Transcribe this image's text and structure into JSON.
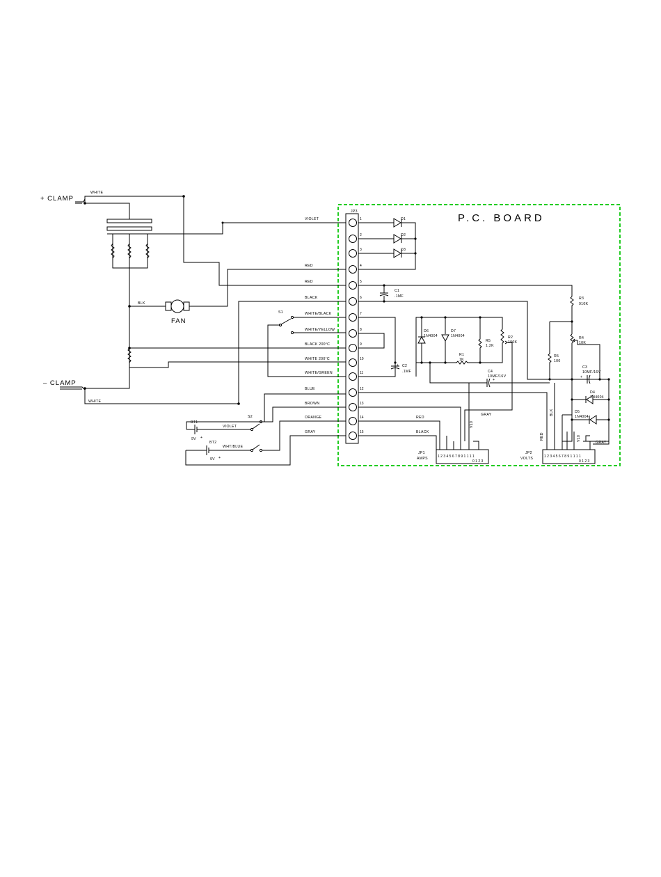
{
  "board": {
    "title": "P.C. BOARD",
    "border_color": "#22cc22"
  },
  "clamps": {
    "positive": "+  CLAMP",
    "negative": "–  CLAMP"
  },
  "connector_jp3": {
    "name": "JP3",
    "pins": [
      {
        "num": "1",
        "wire": "VIOLET"
      },
      {
        "num": "2",
        "wire": ""
      },
      {
        "num": "3",
        "wire": ""
      },
      {
        "num": "4",
        "wire": "RED"
      },
      {
        "num": "5",
        "wire": "RED"
      },
      {
        "num": "6",
        "wire": "BLACK"
      },
      {
        "num": "7",
        "wire": "WHITE/BLACK"
      },
      {
        "num": "8",
        "wire": "WHITE/YELLOW"
      },
      {
        "num": "9",
        "wire": "BLACK 200°C"
      },
      {
        "num": "10",
        "wire": "WHITE 200°C"
      },
      {
        "num": "11",
        "wire": "WHITE/GREEN"
      },
      {
        "num": "12",
        "wire": "BLUE"
      },
      {
        "num": "13",
        "wire": "BROWN"
      },
      {
        "num": "14",
        "wire": "ORANGE"
      },
      {
        "num": "15",
        "wire": "GRAY"
      }
    ]
  },
  "wires": {
    "white_top": "WHITE",
    "white_bottom": "WHITE",
    "blk": "BLK",
    "violet": "VIOLET",
    "wht_blue": "WHT/BLUE",
    "red_jp1": "RED",
    "black_jp1": "BLACK",
    "gray_mid": "GRAY",
    "gray_right": "GRAY",
    "v10_a": "V10",
    "v10_b": "V10",
    "red_jp2": "RED",
    "blk_jp2": "BLK"
  },
  "fan": {
    "label": "FAN"
  },
  "switches": {
    "s1": "S1",
    "s2": "S2"
  },
  "batteries": [
    {
      "name": "BT1",
      "value": "9V",
      "plus": "+"
    },
    {
      "name": "BT2",
      "value": "9V",
      "plus": "+"
    }
  ],
  "components": {
    "d1": "D1",
    "d2": "D2",
    "d3": "D3",
    "c1_name": "C1",
    "c1_val": ".1MF",
    "c2_name": "C2",
    "c2_val": ".1MF",
    "c2_plus": "+",
    "d6_name": "D6",
    "d6_val": "1N4004",
    "d7_name": "D7",
    "d7_val": "1N4004",
    "r5a_name": "R5",
    "r5a_val": "1.2K",
    "r1_name": "R1",
    "r1_val": "1K",
    "r2_name": "R2",
    "r2_val": "100K",
    "c4_name": "C4",
    "c4_val": "10MF/16V",
    "c4_plus": "+",
    "r3_name": "R3",
    "r3_val": "910K",
    "r4_name": "R4",
    "r4_val": "10K",
    "r5b_name": "R5",
    "r5b_val": "100",
    "c3_name": "C3",
    "c3_val": "10MF/16V",
    "c3_plus": "+",
    "d4_name": "D4",
    "d4_val": "1N4004",
    "d5_name": "D5",
    "d5_val": "1N4004"
  },
  "jp1": {
    "name": "JP1",
    "label": "AMPS",
    "pins_top": "1 2 3 4 5 6 7 8 9 1 1 1 1",
    "pins_bottom": "0 1 2 3"
  },
  "jp2": {
    "name": "JP2",
    "label": "VOLTS",
    "pins_top": "1 2 3 4 5 6 7 8 9 1 1 1 1",
    "pins_bottom": "0 1 2 3"
  }
}
